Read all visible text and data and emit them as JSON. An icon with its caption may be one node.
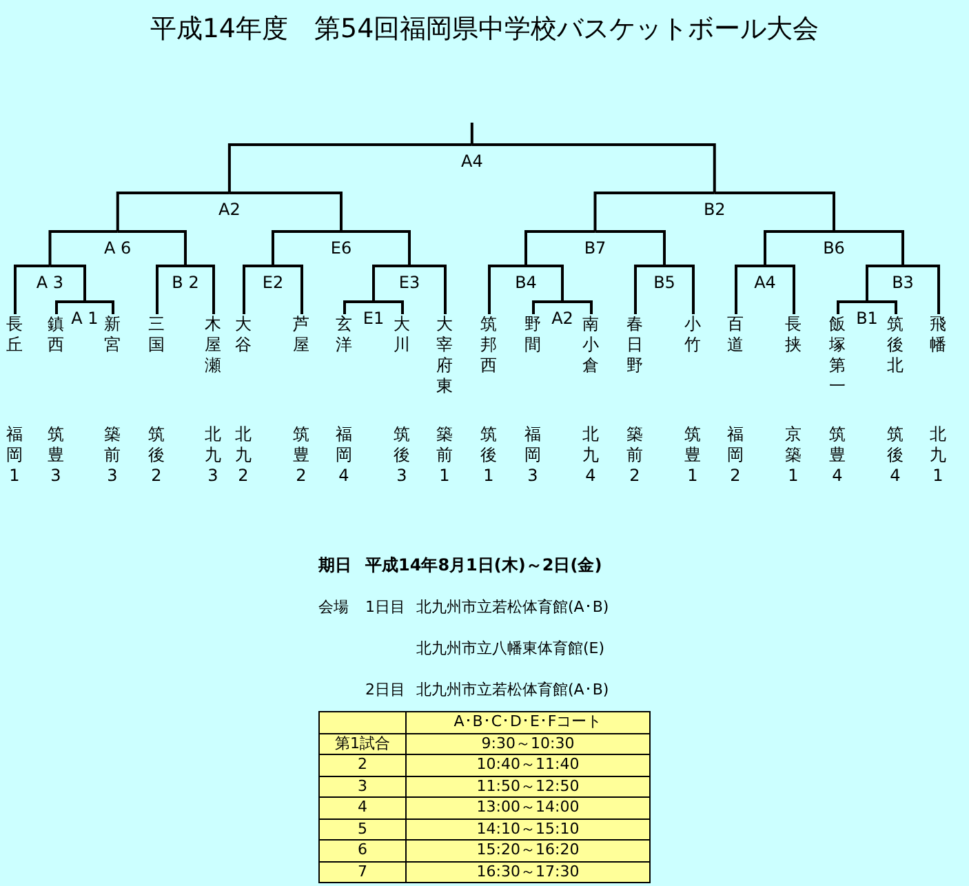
{
  "diagram": {
    "title": "平成14年度　第54回福岡県中学校バスケットボール大会",
    "nodes": [
      {
        "text": [
          "長丘",
          "福岡1"
        ]
      },
      {
        "text": [
          "鎮西",
          "筑豊3"
        ]
      },
      {
        "text": [
          "新宮",
          "築前3"
        ]
      },
      {
        "text": [
          "三国",
          "筑後2"
        ]
      },
      {
        "text": [
          "木屋瀬",
          "北九3"
        ]
      },
      {
        "text": [
          "大谷",
          "北九2"
        ]
      },
      {
        "text": [
          "芦屋",
          "筑豊2"
        ]
      },
      {
        "text": [
          "玄洋",
          "福岡4"
        ]
      },
      {
        "text": [
          "大川",
          "筑後3"
        ]
      },
      {
        "text": [
          "大宰府東",
          "築前1"
        ]
      },
      {
        "text": [
          "筑邦西",
          "筑後1"
        ]
      },
      {
        "text": [
          "野間",
          "福岡3"
        ]
      },
      {
        "text": [
          "南小倉",
          "北九4"
        ]
      },
      {
        "text": [
          "春日野",
          "築前2"
        ]
      },
      {
        "text": [
          "小竹",
          "筑豊1"
        ]
      },
      {
        "text": [
          "百道",
          "福岡2"
        ]
      },
      {
        "text": [
          "長挟",
          "京築1"
        ]
      },
      {
        "text": [
          "飯塚第一",
          "筑豊4"
        ]
      },
      {
        "text": [
          "筑後北",
          "筑後4"
        ]
      },
      {
        "text": [
          "飛幡",
          "北九1"
        ]
      },
      {
        "text": [
          "A4"
        ]
      },
      {
        "text": [
          "A2"
        ]
      },
      {
        "text": [
          "B2"
        ]
      },
      {
        "text": [
          "A 6"
        ]
      },
      {
        "text": [
          "E6"
        ]
      },
      {
        "text": [
          "B7"
        ]
      },
      {
        "text": [
          "B6"
        ]
      },
      {
        "text": [
          "A 3"
        ]
      },
      {
        "text": [
          "B 2"
        ]
      },
      {
        "text": [
          "E2"
        ]
      },
      {
        "text": [
          "E3"
        ]
      },
      {
        "text": [
          "B4"
        ]
      },
      {
        "text": [
          "B5"
        ]
      },
      {
        "text": [
          "A4"
        ]
      },
      {
        "text": [
          "B3"
        ]
      },
      {
        "text": [
          "A 1"
        ]
      },
      {
        "text": [
          "E1"
        ]
      },
      {
        "text": [
          "A2"
        ]
      },
      {
        "text": [
          "B1"
        ]
      }
    ],
    "edges": [
      {
        "from": 1,
        "to": 35,
        "arrow": "none"
      },
      {
        "from": 2,
        "to": 35,
        "arrow": "none"
      },
      {
        "from": 0,
        "to": 27,
        "arrow": "none"
      },
      {
        "from": 35,
        "to": 27,
        "arrow": "none"
      },
      {
        "from": 3,
        "to": 28,
        "arrow": "none"
      },
      {
        "from": 4,
        "to": 28,
        "arrow": "none"
      },
      {
        "from": 27,
        "to": 23,
        "arrow": "none"
      },
      {
        "from": 28,
        "to": 23,
        "arrow": "none"
      },
      {
        "from": 5,
        "to": 29,
        "arrow": "none"
      },
      {
        "from": 6,
        "to": 29,
        "arrow": "none"
      },
      {
        "from": 7,
        "to": 36,
        "arrow": "none"
      },
      {
        "from": 8,
        "to": 36,
        "arrow": "none"
      },
      {
        "from": 36,
        "to": 30,
        "arrow": "none"
      },
      {
        "from": 9,
        "to": 30,
        "arrow": "none"
      },
      {
        "from": 29,
        "to": 24,
        "arrow": "none"
      },
      {
        "from": 30,
        "to": 24,
        "arrow": "none"
      },
      {
        "from": 23,
        "to": 21,
        "arrow": "none"
      },
      {
        "from": 24,
        "to": 21,
        "arrow": "none"
      },
      {
        "from": 11,
        "to": 37,
        "arrow": "none"
      },
      {
        "from": 12,
        "to": 37,
        "arrow": "none"
      },
      {
        "from": 10,
        "to": 31,
        "arrow": "none"
      },
      {
        "from": 37,
        "to": 31,
        "arrow": "none"
      },
      {
        "from": 13,
        "to": 32,
        "arrow": "none"
      },
      {
        "from": 14,
        "to": 32,
        "arrow": "none"
      },
      {
        "from": 31,
        "to": 25,
        "arrow": "none"
      },
      {
        "from": 32,
        "to": 25,
        "arrow": "none"
      },
      {
        "from": 15,
        "to": 33,
        "arrow": "none"
      },
      {
        "from": 16,
        "to": 33,
        "arrow": "none"
      },
      {
        "from": 17,
        "to": 38,
        "arrow": "none"
      },
      {
        "from": 18,
        "to": 38,
        "arrow": "none"
      },
      {
        "from": 38,
        "to": 34,
        "arrow": "none"
      },
      {
        "from": 19,
        "to": 34,
        "arrow": "none"
      },
      {
        "from": 33,
        "to": 26,
        "arrow": "none"
      },
      {
        "from": 34,
        "to": 26,
        "arrow": "none"
      },
      {
        "from": 25,
        "to": 22,
        "arrow": "none"
      },
      {
        "from": 26,
        "to": 22,
        "arrow": "none"
      },
      {
        "from": 21,
        "to": 20,
        "arrow": "none"
      },
      {
        "from": 22,
        "to": 20,
        "arrow": "none"
      },
      {
        "from": 20,
        "to": null,
        "arrow": "none"
      }
    ],
    "labels": [
      "期日",
      "平成14年8月1日(木)～2日(金)",
      "会場",
      "1日目",
      "北九州市立若松体育館(A･B)",
      "北九州市立八幡東体育館(E)",
      "2日目",
      "北九州市立若松体育館(A･B)",
      "A･B･C･D･E･Fコート",
      "第1試合",
      "9:30～10:30",
      "2",
      "10:40～11:40",
      "3",
      "11:50～12:50",
      "4",
      "13:00～14:00",
      "5",
      "14:10～15:10",
      "6",
      "15:20～16:20",
      "7",
      "16:30～17:30"
    ]
  }
}
